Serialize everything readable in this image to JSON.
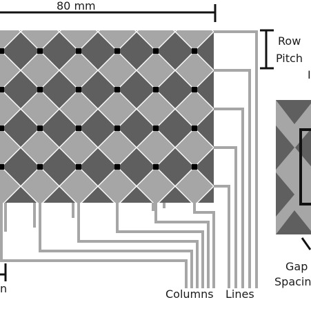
{
  "labels": {
    "width_dim": "80 mm",
    "row": "Row",
    "pitch": "Pitch",
    "columns": "Columns",
    "lines": "Lines",
    "gap": "Gap",
    "spacing": "Spacing",
    "partial_left": "n",
    "partial_right": "I"
  },
  "colors": {
    "dark_pad": "#5f5f5f",
    "light_pad": "#a6a6a6",
    "trace": "#a6a6a6",
    "dim_line": "#111111",
    "background": "#ffffff"
  },
  "grid": {
    "rows": 5,
    "cols": 5
  }
}
